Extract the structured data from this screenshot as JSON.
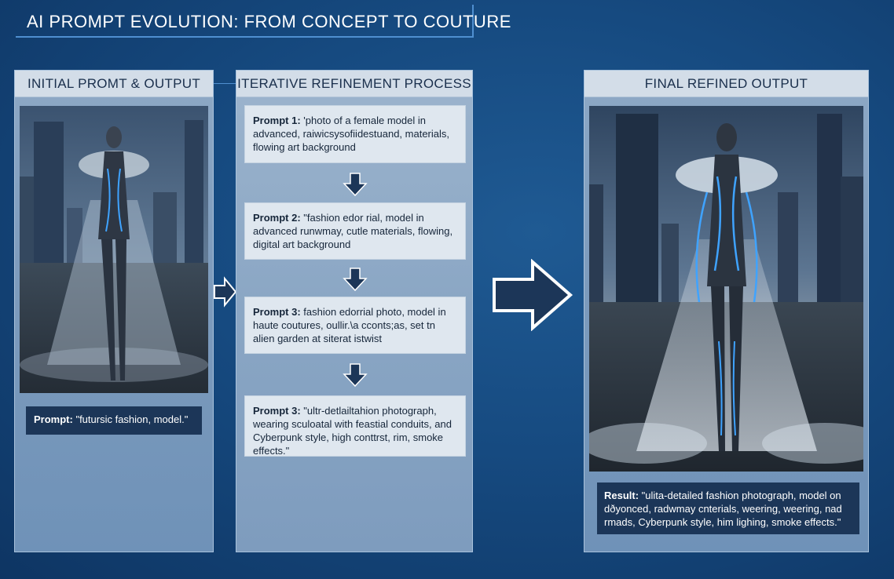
{
  "title": "AI PROMPT EVOLUTION: FROM CONCEPT TO COUTURE",
  "panels": {
    "initial": {
      "header": "INITIAL PROMT & OUTPUT",
      "caption_label": "Prompt:",
      "caption_text": " \"futursic fashion, model.\""
    },
    "iterative": {
      "header": "ITERATIVE REFINEMENT PROCESS",
      "prompts": [
        {
          "label": "Prompt 1:",
          "text": " 'photo of a female model in advanced, raiwicsysofiidestuand, materials, flowing art background"
        },
        {
          "label": "Prompt 2:",
          "text": " \"fashion edor rial, model in advanced runwmay, cutle materials, flowing, digital art background"
        },
        {
          "label": "Prompt 3:",
          "text": " fashion edorrial photo, model in haute coutures, oullir.\\a cconts;as, set tn alien garden at siterat istwist"
        },
        {
          "label": "Prompt 3:",
          "text": " \"ultr-detlailtahion photograph, wearing sculoatal with feastial conduits, and Cyberpunk style, high conttrst, rim, smoke effects.\""
        }
      ]
    },
    "final": {
      "header": "FINAL REFINED OUTPUT",
      "caption_label": "Result:",
      "caption_text": " \"ulita-detailed fashion photograph, model on dðyonced, radwmay cnterials, weering, weering, nad rmads, Cyberpunk style, him lighing, smoke effects.\""
    }
  },
  "colors": {
    "background": "#164a80",
    "panel_header": "#d3dde8",
    "caption_bg": "#1c3658",
    "arrow_fill": "#1c3658",
    "accent_line": "#4f8fd0"
  }
}
